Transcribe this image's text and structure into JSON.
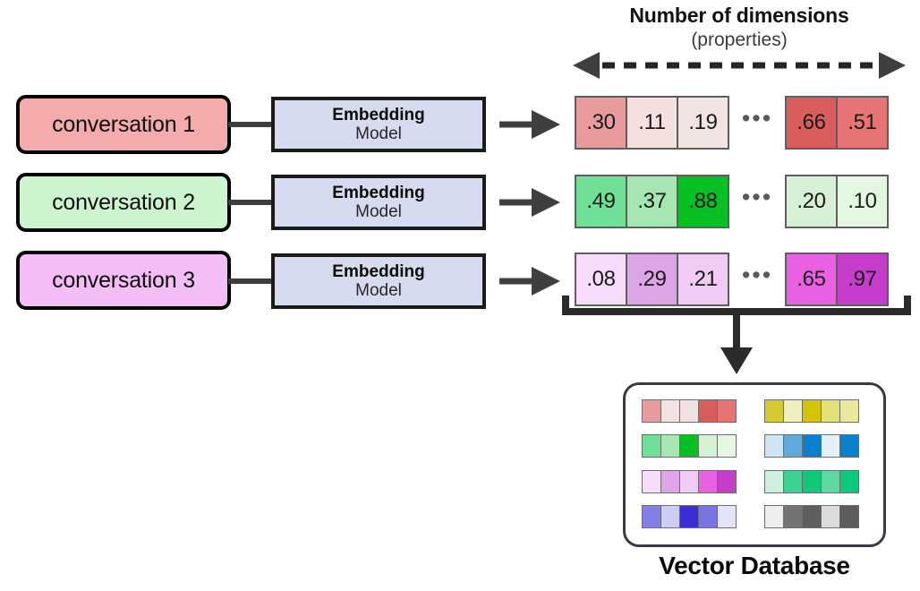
{
  "header": {
    "title": "Number of dimensions",
    "subtitle": "(properties)"
  },
  "pipeline": [
    {
      "conversation_label": "conversation 1",
      "conversation_color": "#f5aaab",
      "model_title": "Embedding",
      "model_subtitle": "Model",
      "vector": {
        "head": [
          {
            "value": ".30",
            "color": "#e99a9c"
          },
          {
            "value": ".11",
            "color": "#f5e0e0"
          },
          {
            "value": ".19",
            "color": "#f2e4e2"
          }
        ],
        "ellipsis": "•••",
        "tail": [
          {
            "value": ".66",
            "color": "#d85d5b"
          },
          {
            "value": ".51",
            "color": "#e77375"
          }
        ]
      }
    },
    {
      "conversation_label": "conversation 2",
      "conversation_color": "#ccf5cf",
      "model_title": "Embedding",
      "model_subtitle": "Model",
      "vector": {
        "head": [
          {
            "value": ".49",
            "color": "#6fe096"
          },
          {
            "value": ".37",
            "color": "#a5e6b3"
          },
          {
            "value": ".88",
            "color": "#06c024"
          }
        ],
        "ellipsis": "•••",
        "tail": [
          {
            "value": ".20",
            "color": "#d6f0d6"
          },
          {
            "value": ".10",
            "color": "#e4f7e0"
          }
        ]
      }
    },
    {
      "conversation_label": "conversation 3",
      "conversation_color": "#f4bdf6",
      "model_title": "Embedding",
      "model_subtitle": "Model",
      "vector": {
        "head": [
          {
            "value": ".08",
            "color": "#f6ddfa"
          },
          {
            "value": ".29",
            "color": "#dda4e8"
          },
          {
            "value": ".21",
            "color": "#f0cbf4"
          }
        ],
        "ellipsis": "•••",
        "tail": [
          {
            "value": ".65",
            "color": "#e961e2"
          },
          {
            "value": ".97",
            "color": "#c63ccb"
          }
        ]
      }
    }
  ],
  "model_box_color": "#d7dbf0",
  "database": {
    "label": "Vector Database",
    "rows": [
      [
        "#e99a9c",
        "#f4e1e1",
        "#efe2e0",
        "#d65d5c",
        "#e77375"
      ],
      [
        "#d6ca33",
        "#eeefbc",
        "#d2c406",
        "#e3e27a",
        "#e9e89b"
      ],
      [
        "#6fe096",
        "#a5e6b3",
        "#06c024",
        "#d6f0d6",
        "#e6f8e2"
      ],
      [
        "#cfe5f2",
        "#60a9dd",
        "#0b81ce",
        "#e3f1fb",
        "#0b81ce"
      ],
      [
        "#f6ddfa",
        "#dda4e8",
        "#f0cbf4",
        "#e961e2",
        "#c63ccb"
      ],
      [
        "#ccf2df",
        "#3ad391",
        "#0fc978",
        "#5bd9a0",
        "#0cc97b"
      ],
      [
        "#8180e8",
        "#cdcef3",
        "#3c2ed6",
        "#7775e6",
        "#e4e4f8"
      ],
      [
        "#eeeeee",
        "#737373",
        "#5f5f5f",
        "#dcdcdc",
        "#5d5d5d"
      ]
    ]
  },
  "icons": {
    "dimension_arrow": "double-headed-dashed-arrow",
    "flow_arrow": "right-arrow",
    "group_bracket": "bottom-bracket",
    "store_arrow": "down-arrow"
  }
}
